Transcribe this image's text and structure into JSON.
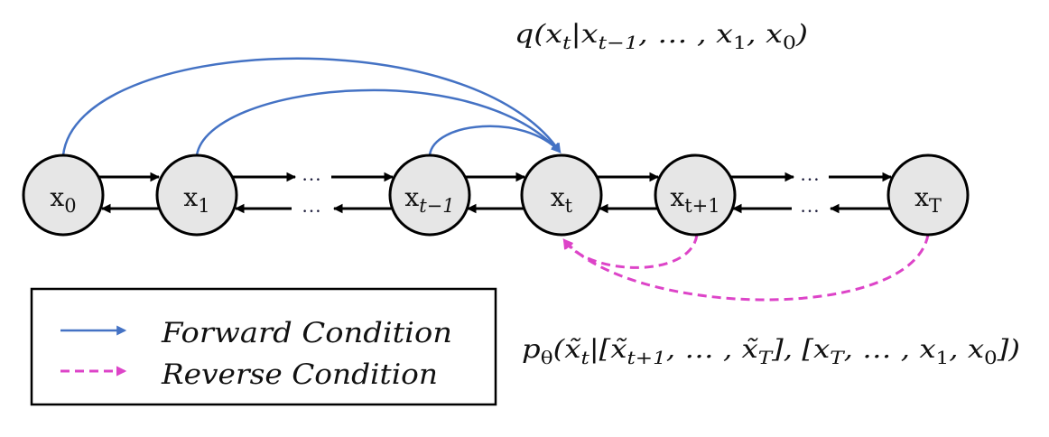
{
  "colors": {
    "forward": "#4472C4",
    "reverse": "#DD44C8",
    "chain": "#000000",
    "node_fill": "#E6E6E6"
  },
  "nodes": [
    {
      "base": "x",
      "sub": "0"
    },
    {
      "base": "x",
      "sub": "1"
    },
    {
      "base": "x",
      "sub": "t−1"
    },
    {
      "base": "x",
      "sub": "t"
    },
    {
      "base": "x",
      "sub": "t+1"
    },
    {
      "base": "x",
      "sub": "T"
    }
  ],
  "ellipsis": "…",
  "edges": {
    "forward_conditions": [
      {
        "from": "x_0",
        "to": "x_t"
      },
      {
        "from": "x_1",
        "to": "x_t"
      },
      {
        "from": "x_{t-1}",
        "to": "x_t"
      }
    ],
    "reverse_conditions": [
      {
        "from": "x_{t+1}",
        "to": "x_t"
      },
      {
        "from": "x_T",
        "to": "x_t"
      }
    ]
  },
  "formulas": {
    "forward": {
      "tokens": [
        {
          "text": "q(",
          "sub": false
        },
        {
          "text": "x",
          "sub": false
        },
        {
          "text": "t",
          "sub": true
        },
        {
          "text": "|x",
          "sub": false
        },
        {
          "text": "t−1",
          "sub": true
        },
        {
          "text": ", … , x",
          "sub": false
        },
        {
          "text": "1",
          "sub": true
        },
        {
          "text": ", x",
          "sub": false
        },
        {
          "text": "0",
          "sub": true
        },
        {
          "text": ")",
          "sub": false
        }
      ]
    },
    "reverse": {
      "tokens": [
        {
          "text": "p",
          "sub": false
        },
        {
          "text": "θ",
          "sub": true
        },
        {
          "text": "(x̃",
          "sub": false
        },
        {
          "text": "t",
          "sub": true
        },
        {
          "text": "|[x̃",
          "sub": false
        },
        {
          "text": "t+1",
          "sub": true
        },
        {
          "text": ", … , x̃",
          "sub": false
        },
        {
          "text": "T",
          "sub": true
        },
        {
          "text": "], [x",
          "sub": false
        },
        {
          "text": "T",
          "sub": true
        },
        {
          "text": ", … , x",
          "sub": false
        },
        {
          "text": "1",
          "sub": true
        },
        {
          "text": ", x",
          "sub": false
        },
        {
          "text": "0",
          "sub": true
        },
        {
          "text": "])",
          "sub": false
        }
      ]
    }
  },
  "legend": {
    "items": [
      {
        "label": "Forward Condition",
        "style": "solid"
      },
      {
        "label": "Reverse Condition",
        "style": "dashed"
      }
    ]
  }
}
